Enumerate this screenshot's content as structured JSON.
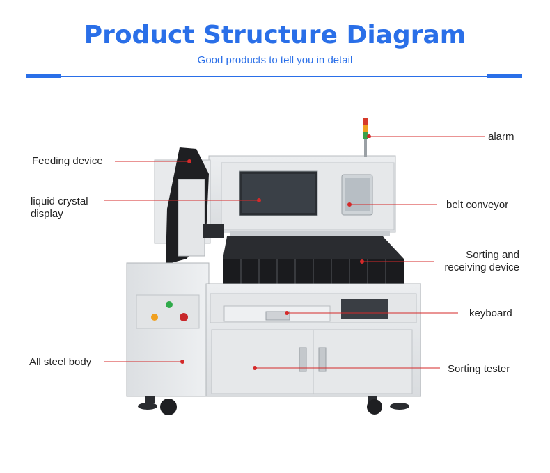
{
  "header": {
    "title": "Product Structure Diagram",
    "subtitle": "Good products to tell you in detail"
  },
  "labels": {
    "feeding_device": "Feeding device",
    "lcd": "liquid crystal\ndisplay",
    "all_steel_body": "All steel body",
    "alarm": "alarm",
    "belt_conveyor": "belt conveyor",
    "sorting_receiving": "Sorting and\nreceiving device",
    "keyboard": "keyboard",
    "sorting_tester": "Sorting tester"
  },
  "colors": {
    "accent": "#2a6fe8",
    "leader_line": "#d42a2a"
  }
}
